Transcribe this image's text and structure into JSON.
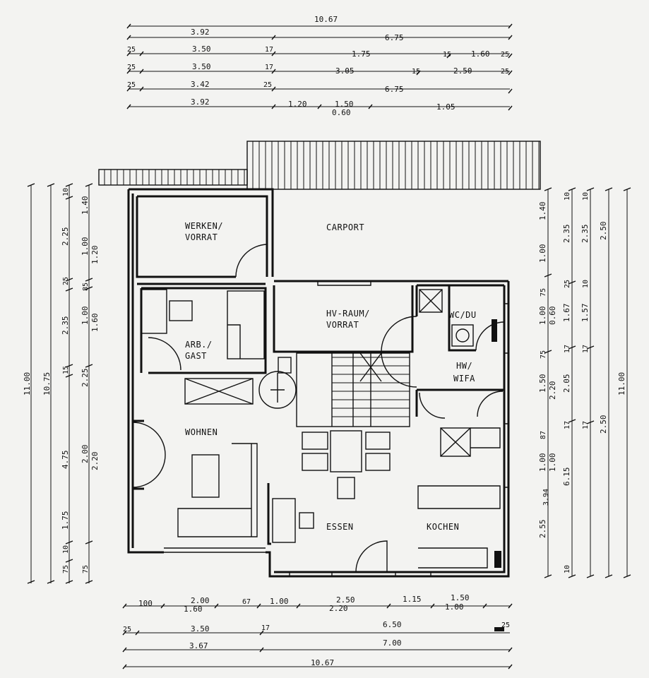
{
  "rooms": {
    "werken": [
      "WERKEN/",
      "VORRAT"
    ],
    "carport": "CARPORT",
    "hv_raum": [
      "HV-RAUM/",
      "VORRAT"
    ],
    "wc_du": "WC/DU",
    "arb_gast": [
      "ARB./",
      "GAST"
    ],
    "hwr_wifa": [
      "HW/",
      "WIFA"
    ],
    "wohnen": "WOHNEN",
    "essen": "ESSEN",
    "kochen": "KOCHEN"
  },
  "dims_top": {
    "r1_total": "10.67",
    "r2_a": "3.92",
    "r2_b": "6.75",
    "r3_a": "25",
    "r3_b": "3.50",
    "r3_c": "17",
    "r3_d": "1.75",
    "r3_e": "15",
    "r3_f": "1.60",
    "r3_g": "25",
    "r4_a": "25",
    "r4_b": "3.50",
    "r4_c": "17",
    "r4_d": "3.05",
    "r4_e": "15",
    "r4_f": "2.50",
    "r4_g": "25",
    "r5_a": "25",
    "r5_b": "3.42",
    "r5_c": "25",
    "r5_d": "6.75",
    "r6_a": "3.92",
    "r6_b": "1.20",
    "r6_c": "1.50",
    "r6_c2": "0.60",
    "r6_d": "1.05"
  },
  "dims_bottom": {
    "b1_a": "100",
    "b1_b": "2.00",
    "b1_b2": "1.60",
    "b1_c": "67",
    "b1_d": "1.00",
    "b1_e": "2.50",
    "b1_e2": "2.20",
    "b1_f": "1.15",
    "b1_g": "1.50",
    "b1_g2": "1.00",
    "b2_a": "25",
    "b2_b": "3.50",
    "b2_c": "17",
    "b2_d": "6.50",
    "b2_e": "25",
    "b3_a": "3.67",
    "b3_b": "7.00",
    "b4_total": "10.67"
  },
  "dims_left": {
    "l1": "11.00",
    "l2": "10.75",
    "l3_a": "10",
    "l3_b": "2.25",
    "l3_c": "25",
    "l3_d": "2.35",
    "l3_e": "15",
    "l3_f": "4.75",
    "l3_g": "1.75",
    "l3_h": "10",
    "l3_i": "75",
    "l4_a": "1.40",
    "l4_b": "1.00",
    "l4_b2": "1.20",
    "l4_c": "85",
    "l4_d": "1.00",
    "l4_d2": "1.60",
    "l4_e": "2.25",
    "l4_f": "2.00",
    "l4_f2": "2.20",
    "l4_g": "75"
  },
  "dims_right": {
    "r1_a": "1.40",
    "r1_b": "1.00",
    "r1_c": "75",
    "r1_d": "1.00",
    "r1_d2": "0.60",
    "r1_e": "75",
    "r1_f": "1.50",
    "r1_f2": "2.20",
    "r1_g": "87",
    "r1_h": "1.00",
    "r1_h2": "1.00",
    "r1_i": "3.94",
    "r1_j": "2.55",
    "r2_a": "10",
    "r2_b": "2.35",
    "r2_c": "25",
    "r2_d": "1.67",
    "r2_e": "17",
    "r2_f": "2.05",
    "r2_g": "17",
    "r2_h": "6.15",
    "r2_i": "10",
    "r3_a": "10",
    "r3_b": "2.35",
    "r3_c": "10",
    "r3_d": "1.57",
    "r3_e": "17",
    "r3_f": "17",
    "r4_a": "2.50",
    "r4_b": "2.50",
    "r5": "11.00"
  }
}
